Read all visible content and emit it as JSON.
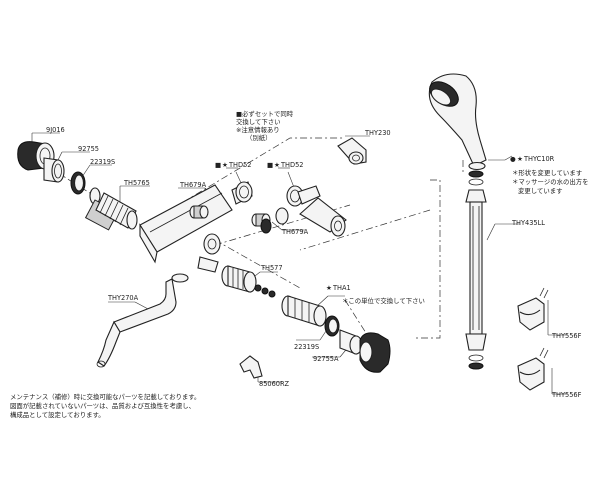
{
  "labels": {
    "p9j016": "9J016",
    "p92755": "92755",
    "p22319s": "22319S",
    "th5765": "TH5765",
    "thy270a": "THY270A",
    "th679a_1": "TH679A",
    "th679a_2": "TH679A",
    "thd52_1": "THD52",
    "thd52_2": "THD52",
    "thy230": "THY230",
    "th577": "TH577",
    "tha1": "THA1",
    "p22319s_b": "22319S",
    "p92755a": "92755A",
    "p85060rz": "85060RZ",
    "thyc10r": "THYC10R",
    "thy435ll": "THY435LL",
    "thy556f_1": "THY556F",
    "thy556f_2": "THY556F"
  },
  "markers": {
    "set_mark": "■",
    "special_mark": "★",
    "bullet": "●"
  },
  "notes": {
    "set_note_l1": "■必ずセットで同時",
    "set_note_l2": "交換して下さい",
    "set_note_l3": "※注意情報あり",
    "set_note_l4": "（別紙）",
    "unit_note": "＊この単位で交換して下さい",
    "shower_note_l1": "＊形状を変更しています",
    "shower_note_l2": "＊マッサージの水の出方を",
    "shower_note_l3": "変更しています",
    "footer_l1": "メンテナンス（補修）時に交換可能なパーツを記載しております。",
    "footer_l2": "図面が記載されていないパーツは、品質および互換性を考慮し、",
    "footer_l3": "構成品として設定しております。"
  }
}
